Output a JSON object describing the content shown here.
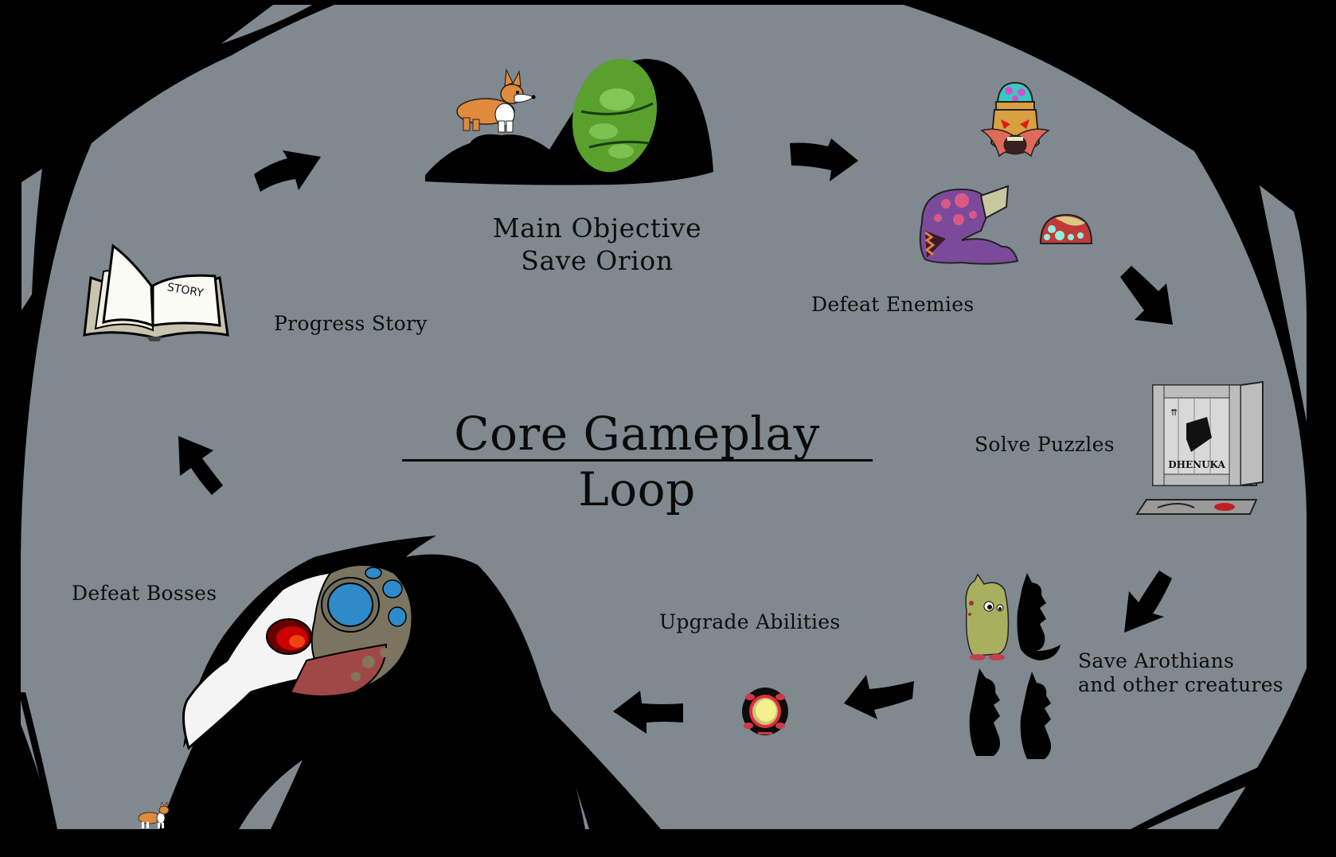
{
  "diagram": {
    "title": "Core Gameplay Loop",
    "colors": {
      "background": "#808890",
      "frame": "#000000",
      "text": "#0d0d0d",
      "arrow": "#000000"
    },
    "nodes": [
      {
        "id": "main-objective",
        "label_line1": "Main Objective",
        "label_line2": "Save Orion",
        "illustration": "corgi-on-rock-with-green-orb"
      },
      {
        "id": "defeat-enemies",
        "label": "Defeat Enemies",
        "illustration": "three-monsters"
      },
      {
        "id": "solve-puzzles",
        "label": "Solve Puzzles",
        "illustration": "wooden-crate-with-pressure-plate",
        "crate_text": "DHENUKA"
      },
      {
        "id": "save-arothians",
        "label_line1": "Save Arothians",
        "label_line2": "and other creatures",
        "illustration": "green-creature-and-silhouettes"
      },
      {
        "id": "upgrade-abilities",
        "label": "Upgrade Abilities",
        "illustration": "glowing-orb-item"
      },
      {
        "id": "defeat-bosses",
        "label": "Defeat Bosses",
        "illustration": "giant-plague-mask-bird-boss-with-tiny-corgi"
      },
      {
        "id": "progress-story",
        "label": "Progress Story",
        "illustration": "open-book",
        "book_text": "STORY"
      }
    ],
    "edges": [
      {
        "from": "progress-story",
        "to": "main-objective",
        "direction": "up-right"
      },
      {
        "from": "main-objective",
        "to": "defeat-enemies",
        "direction": "right"
      },
      {
        "from": "defeat-enemies",
        "to": "solve-puzzles",
        "direction": "down-right"
      },
      {
        "from": "solve-puzzles",
        "to": "save-arothians",
        "direction": "down-left"
      },
      {
        "from": "save-arothians",
        "to": "upgrade-abilities",
        "direction": "left"
      },
      {
        "from": "upgrade-abilities",
        "to": "defeat-bosses",
        "direction": "left"
      },
      {
        "from": "defeat-bosses",
        "to": "progress-story",
        "direction": "up-left"
      }
    ]
  }
}
